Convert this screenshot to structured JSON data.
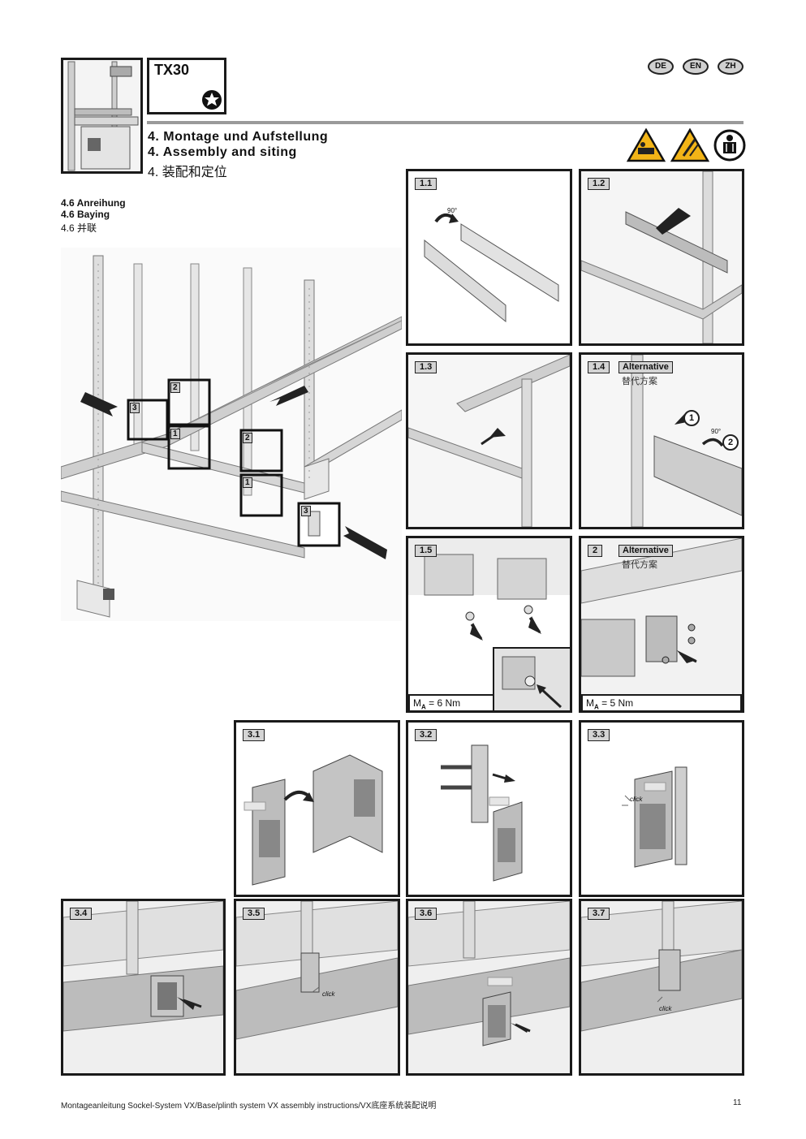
{
  "tool": {
    "title": "TX30"
  },
  "languages": [
    "DE",
    "EN",
    "ZH"
  ],
  "heading": {
    "de": "4. Montage und Aufstellung",
    "en": "4. Assembly and siting",
    "zh": "4. 装配和定位"
  },
  "section": {
    "de": "4.6 Anreihung",
    "en": "4.6 Baying",
    "zh": "4.6 并联"
  },
  "main_labels": [
    "3",
    "2",
    "1",
    "2",
    "1",
    "3"
  ],
  "panels": {
    "p11": {
      "label": "1.1",
      "angle": "90°"
    },
    "p12": {
      "label": "1.2"
    },
    "p13": {
      "label": "1.3"
    },
    "p14": {
      "label": "1.4",
      "alt": "Alternative",
      "alt_zh": "替代方案",
      "angle": "90°",
      "step1": "1",
      "step2": "2"
    },
    "p15": {
      "label": "1.5",
      "torque": "6 Nm"
    },
    "p2": {
      "label": "2",
      "alt": "Alternative",
      "alt_zh": "替代方案",
      "torque": "5 Nm"
    },
    "p31": {
      "label": "3.1"
    },
    "p32": {
      "label": "3.2"
    },
    "p33": {
      "label": "3.3",
      "click": "click"
    },
    "p34": {
      "label": "3.4"
    },
    "p35": {
      "label": "3.5",
      "click": "click"
    },
    "p36": {
      "label": "3.6"
    },
    "p37": {
      "label": "3.7",
      "click": "click"
    }
  },
  "torque_symbol": {
    "m": "M",
    "sub": "A"
  },
  "footer": {
    "text": "Montageanleitung Sockel-System VX/Base/plinth system VX assembly instructions/VX底座系统装配说明",
    "page": "11"
  }
}
